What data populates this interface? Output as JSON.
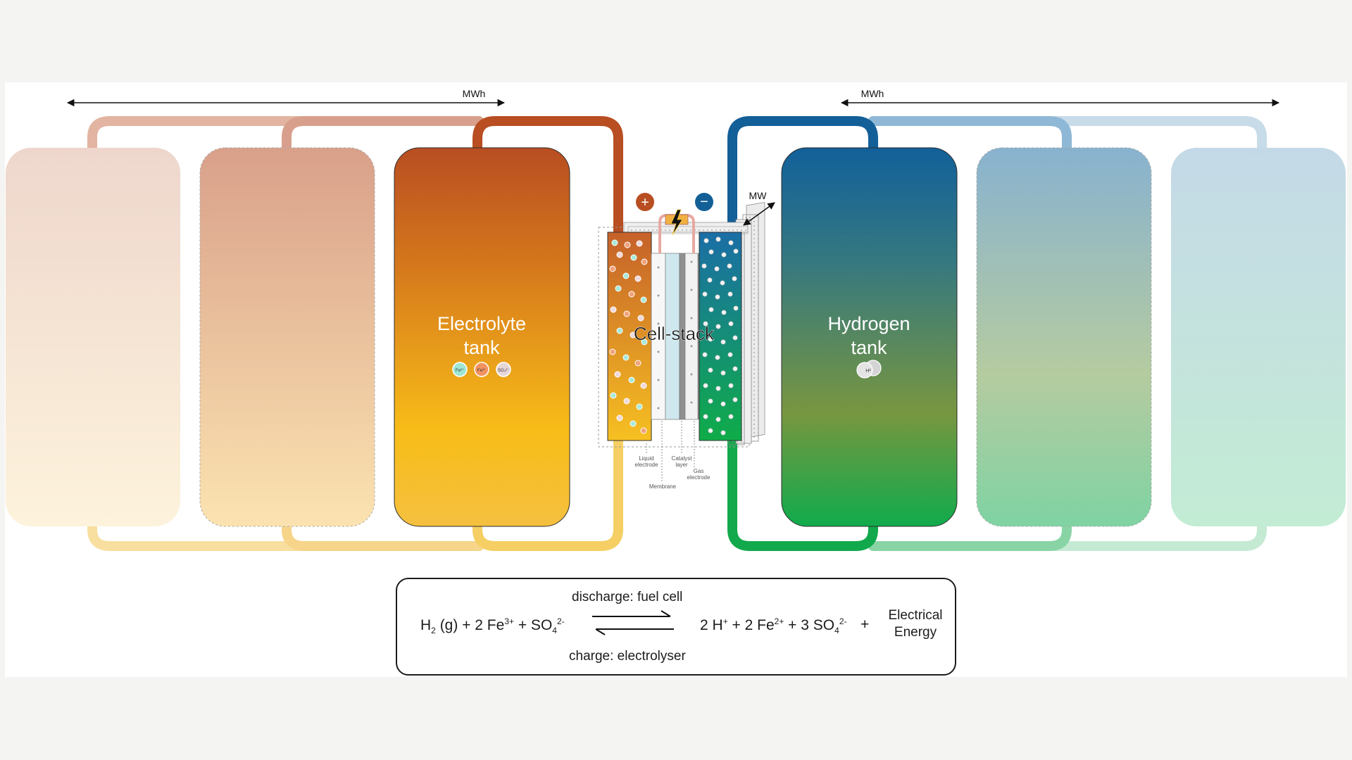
{
  "scale_labels": {
    "energy_left": "MWh",
    "energy_right": "MWh",
    "power": "MW"
  },
  "electrolyte_tank": {
    "title_line1": "Electrolyte",
    "title_line2": "tank",
    "ions": [
      "Fe²⁺",
      "Fe³⁺",
      "SO₄²⁻"
    ]
  },
  "hydrogen_tank": {
    "title_line1": "Hydrogen",
    "title_line2": "tank",
    "molecule": "H²"
  },
  "cell_stack": {
    "title": "Cell-stack",
    "positive": "+",
    "negative": "−",
    "labels": {
      "liquid_electrode_1": "Liquid",
      "liquid_electrode_2": "electrode",
      "catalyst_layer_1": "Catalyst",
      "catalyst_layer_2": "layer",
      "gas_electrode_1": "Gas",
      "gas_electrode_2": "electrode",
      "membrane": "Membrane"
    }
  },
  "equation": {
    "discharge": "discharge: fuel cell",
    "charge": "charge: electrolyser",
    "lhs_h2": "H",
    "lhs_h2_sub": "2",
    "lhs_g": " (g) + 2 Fe",
    "lhs_fe_sup": "3+",
    "lhs_so": " + SO",
    "lhs_so_sub": "4",
    "lhs_so_sup": "2-",
    "rhs_h": "2 H",
    "rhs_h_sup": "+",
    "rhs_fe": " + 2 Fe",
    "rhs_fe_sup": "2+",
    "rhs_so": " + 3 SO",
    "rhs_so_sub": "4",
    "rhs_so_sup": "2-",
    "plus": "+",
    "energy_line1": "Electrical",
    "energy_line2": "Energy"
  },
  "colors": {
    "electrolyte_top": "#b84e22",
    "electrolyte_bottom": "#f4b92a",
    "hydrogen_top": "#135f98",
    "hydrogen_bottom": "#12a94c",
    "positive_terminal": "#b84e22",
    "negative_terminal": "#135f98"
  }
}
